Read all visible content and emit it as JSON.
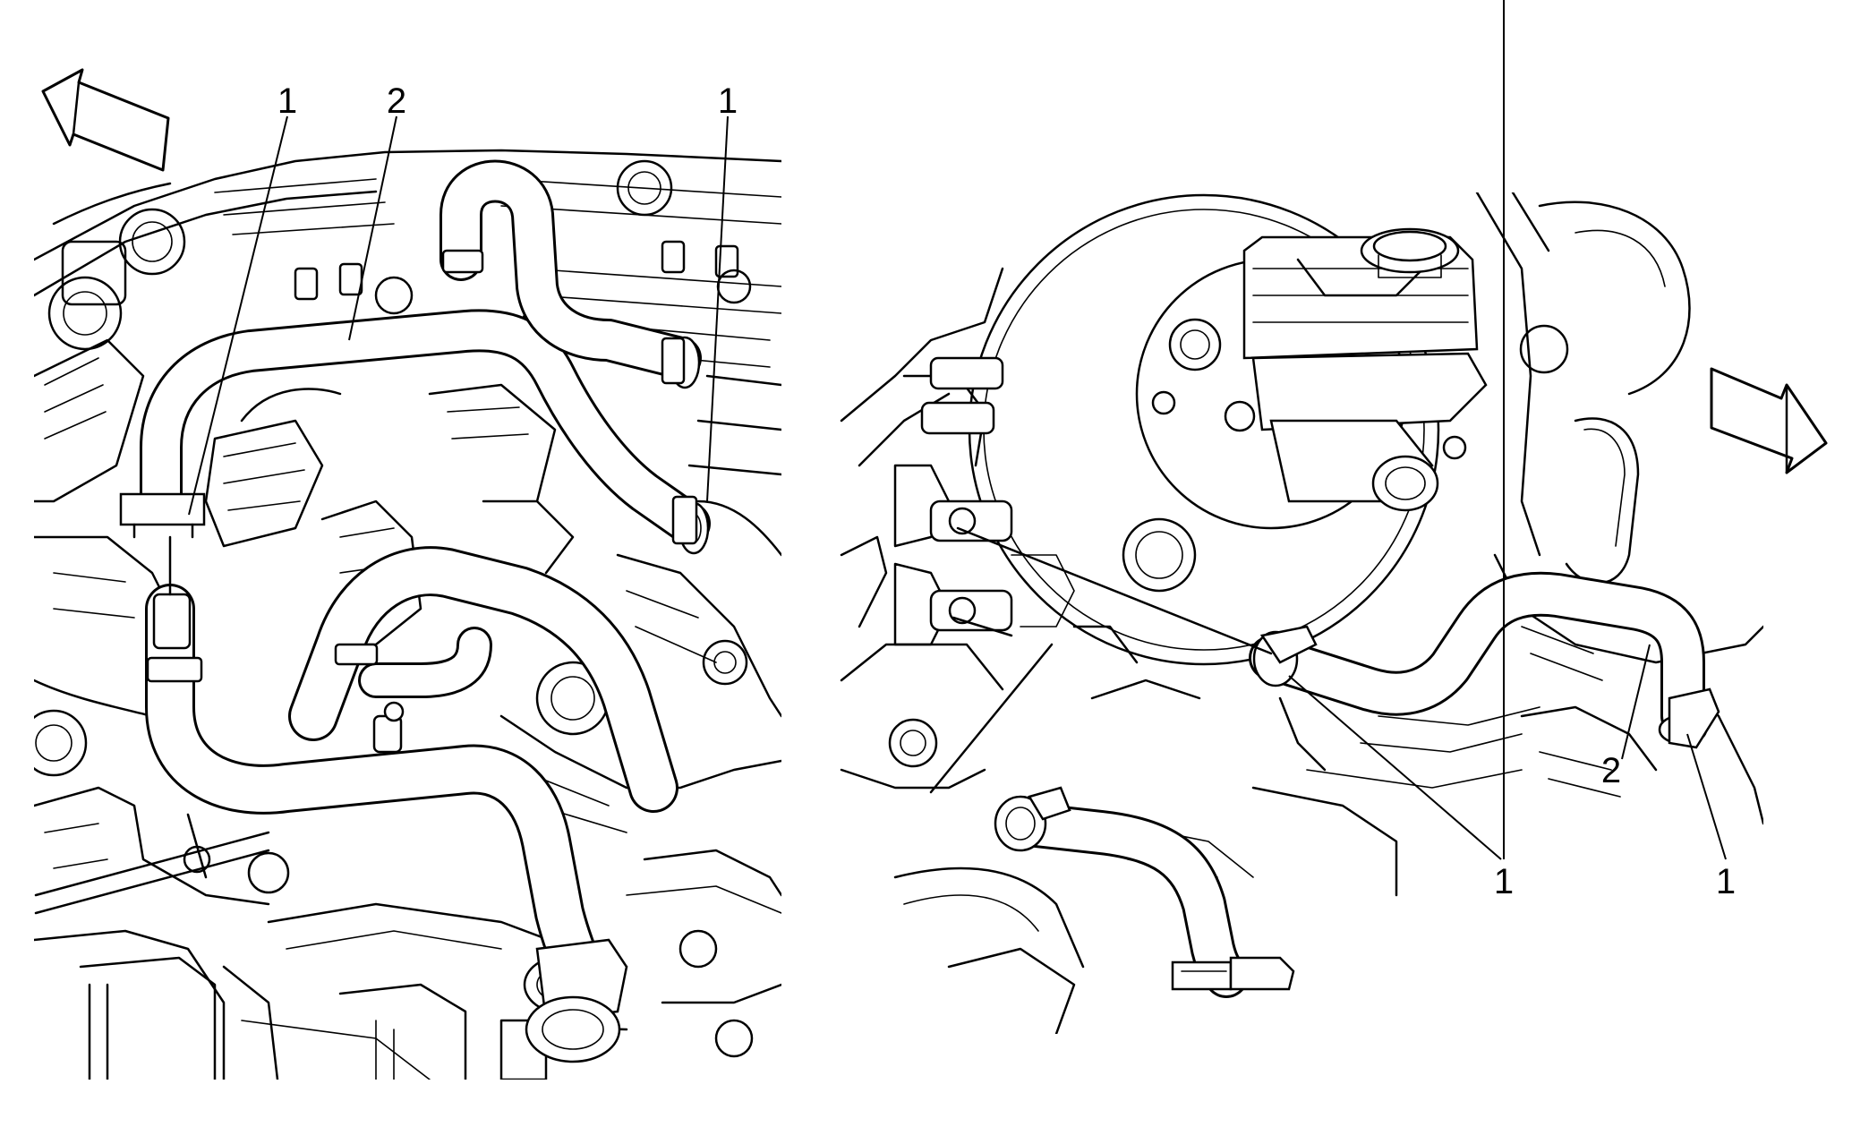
{
  "panels": [
    {
      "name": "engine-side-view",
      "callouts": [
        "1",
        "2",
        "1"
      ],
      "direction_icon": "arrow-up-left-icon"
    },
    {
      "name": "firewall-side-view",
      "callouts": [
        "1",
        "2",
        "1"
      ],
      "direction_icon": "arrow-down-right-icon"
    }
  ]
}
